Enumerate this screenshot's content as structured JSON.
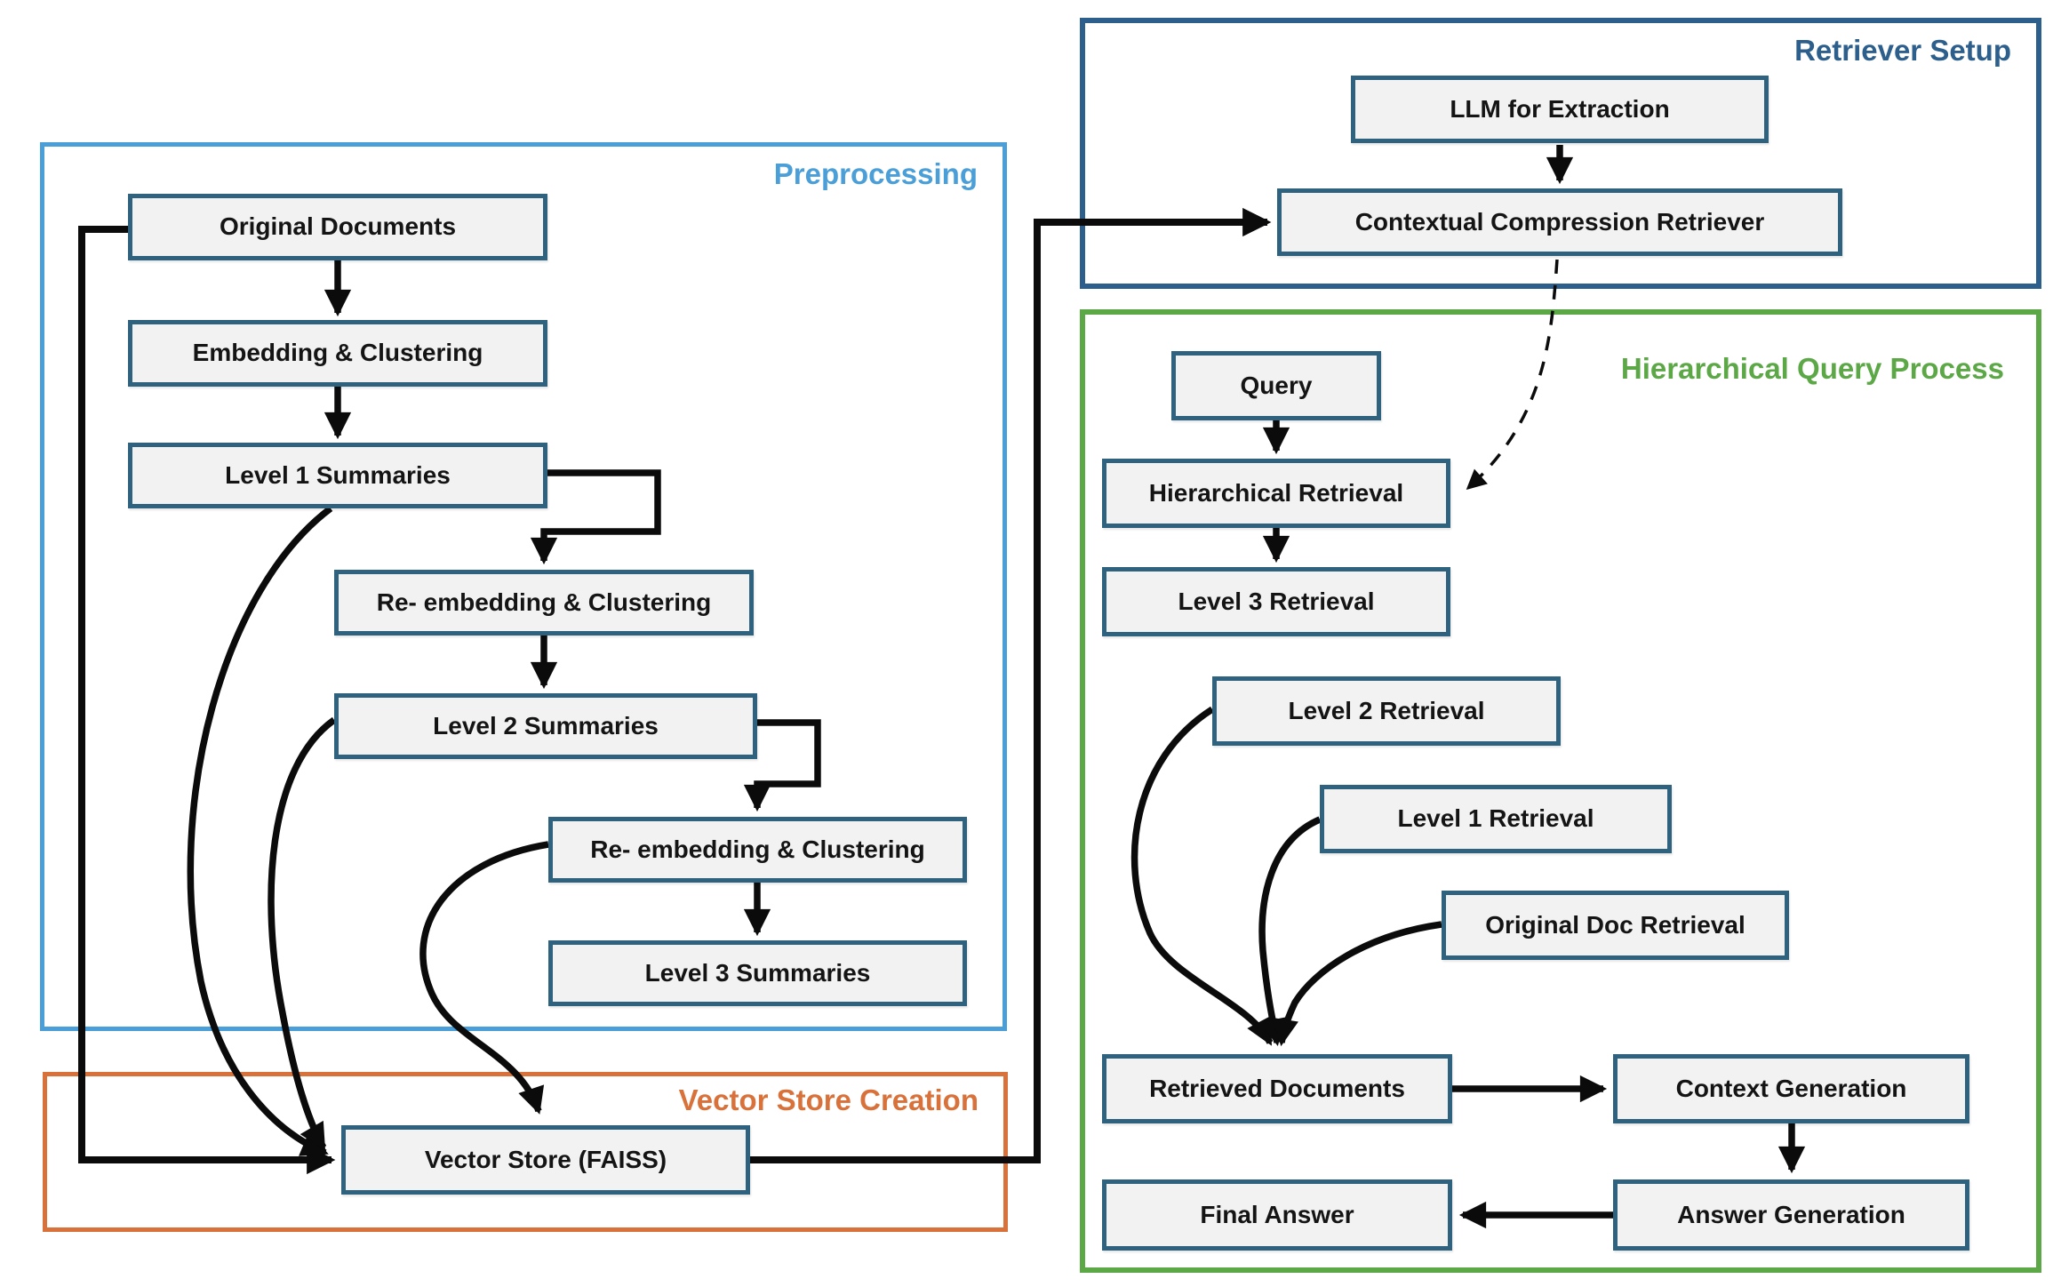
{
  "panels": {
    "preprocessing": {
      "label": "Preprocessing",
      "color": "#4a9fd8"
    },
    "vector_store_creation": {
      "label": "Vector Store Creation",
      "color": "#d9713a"
    },
    "retriever_setup": {
      "label": "Retriever Setup",
      "color": "#2d5f8d"
    },
    "hierarchical_query_process": {
      "label": "Hierarchical Query Process",
      "color": "#5ca847"
    }
  },
  "nodes": {
    "original_documents": {
      "label": "Original Documents"
    },
    "embedding_clustering": {
      "label": "Embedding & Clustering"
    },
    "level1_summaries": {
      "label": "Level 1 Summaries"
    },
    "re_embedding_clustering_1": {
      "label": "Re- embedding & Clustering"
    },
    "level2_summaries": {
      "label": "Level 2 Summaries"
    },
    "re_embedding_clustering_2": {
      "label": "Re- embedding & Clustering"
    },
    "level3_summaries": {
      "label": "Level 3 Summaries"
    },
    "vector_store": {
      "label": "Vector Store (FAISS)"
    },
    "llm_for_extraction": {
      "label": "LLM for Extraction"
    },
    "contextual_compression_retriever": {
      "label": "Contextual Compression Retriever"
    },
    "query": {
      "label": "Query"
    },
    "hierarchical_retrieval": {
      "label": "Hierarchical Retrieval"
    },
    "level3_retrieval": {
      "label": "Level 3 Retrieval"
    },
    "level2_retrieval": {
      "label": "Level 2 Retrieval"
    },
    "level1_retrieval": {
      "label": "Level 1 Retrieval"
    },
    "original_doc_retrieval": {
      "label": "Original Doc Retrieval"
    },
    "retrieved_documents": {
      "label": "Retrieved Documents"
    },
    "context_generation": {
      "label": "Context Generation"
    },
    "answer_generation": {
      "label": "Answer Generation"
    },
    "final_answer": {
      "label": "Final Answer"
    }
  },
  "colors": {
    "node_fill": "#f2f2f2",
    "node_border": "#2f627f",
    "arrow": "#0b0b0b"
  }
}
